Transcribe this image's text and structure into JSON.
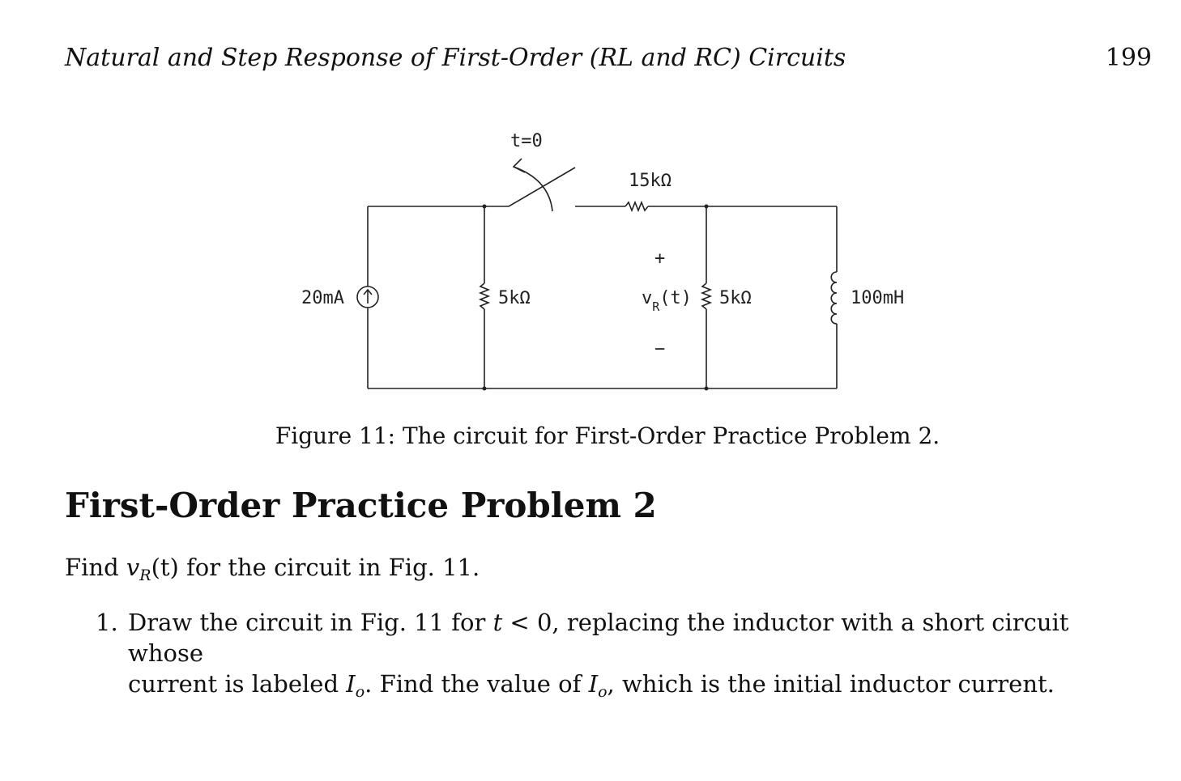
{
  "header": {
    "title": "Natural and Step Response of First-Order (RL and RC) Circuits",
    "page_number": "199"
  },
  "figure": {
    "labels": {
      "switch": "t=0",
      "top_resistor": "15kΩ",
      "source": "20mA",
      "left_resistor": "5kΩ",
      "plus": "+",
      "vr_main": "v",
      "vr_sub": "R",
      "vr_tail": "(t)",
      "minus": "−",
      "right_resistor": "5kΩ",
      "inductor": "100mH"
    },
    "caption": "Figure 11: The circuit for First-Order Practice Problem 2."
  },
  "section": {
    "heading": "First-Order Practice Problem 2"
  },
  "problem": {
    "pre": "Find ",
    "var": "v",
    "var_sub": "R",
    "arg": "(t)",
    "post": " for the circuit in Fig. 11."
  },
  "steps": [
    {
      "number": "1.",
      "line1_pre": "Draw the circuit in Fig. 11 for ",
      "line1_math": "t",
      "line1_rel": " < 0, replacing the inductor with a short circuit whose",
      "line2_pre": "current is labeled ",
      "i_var": "I",
      "i_sub": "o",
      "line2_mid": ". Find the value of ",
      "line2_post": ", which is the initial inductor current."
    }
  ]
}
